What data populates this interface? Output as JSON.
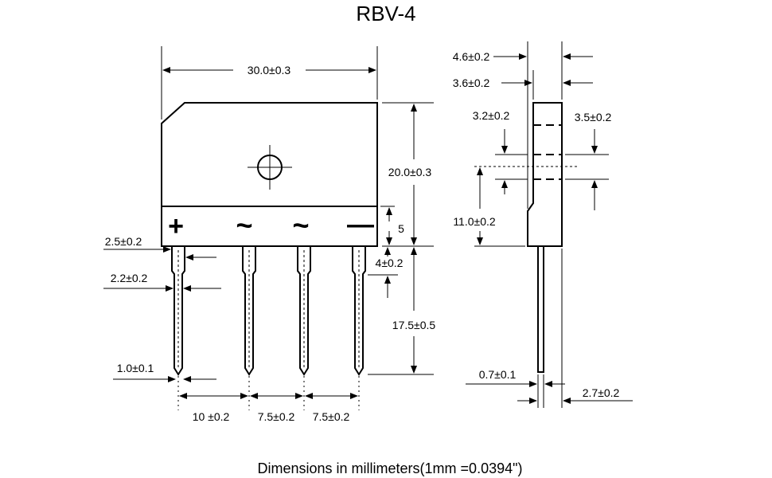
{
  "title": "RBV-4",
  "footnote": "Dimensions in millimeters(1mm =0.0394\")",
  "terminals": {
    "plus": "+",
    "ac1": "~",
    "ac2": "~",
    "minus": "—"
  },
  "front_view": {
    "width": "30.0±0.3",
    "height": "20.0±0.3",
    "marking_band": "5",
    "lead_spacing_1": "10 ±0.2",
    "lead_spacing_2": "7.5±0.2",
    "lead_spacing_3": "7.5±0.2",
    "lead_length": "17.5±0.5",
    "lead_shoulder_length": "4±0.2",
    "lead_width_top": "2.5±0.2",
    "lead_width_mid": "2.2±0.2",
    "lead_width_tip": "1.0±0.1"
  },
  "side_view": {
    "thickness_total": "4.6±0.2",
    "thickness_body": "3.6±0.2",
    "hole_offset_left": "3.2±0.2",
    "hole_offset_right": "3.5±0.2",
    "hole_height": "11.0±0.2",
    "lead_thickness": "0.7±0.1",
    "lead_offset": "2.7±0.2"
  }
}
